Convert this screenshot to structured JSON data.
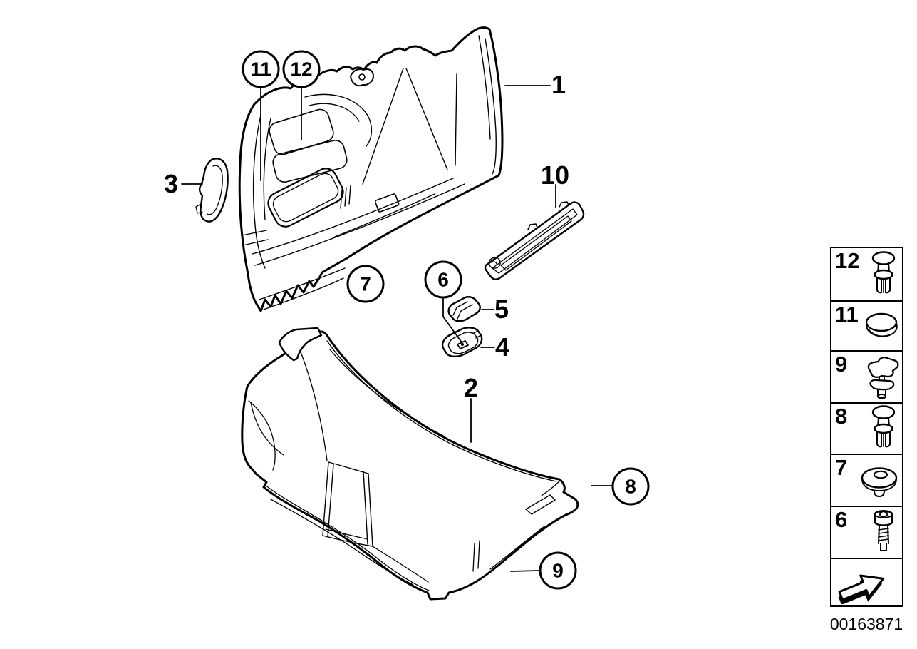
{
  "figure": {
    "colors": {
      "ink": "#000000",
      "paper": "#ffffff"
    }
  },
  "callouts": {
    "n1": {
      "label": "1",
      "circled": false
    },
    "n2": {
      "label": "2",
      "circled": false
    },
    "n3": {
      "label": "3",
      "circled": false
    },
    "n4": {
      "label": "4",
      "circled": false
    },
    "n5": {
      "label": "5",
      "circled": false
    },
    "n6": {
      "label": "6",
      "circled": true
    },
    "n7": {
      "label": "7",
      "circled": true
    },
    "n8": {
      "label": "8",
      "circled": true
    },
    "n9": {
      "label": "9",
      "circled": true
    },
    "n10": {
      "label": "10",
      "circled": false
    },
    "n11": {
      "label": "11",
      "circled": true
    },
    "n12": {
      "label": "12",
      "circled": true
    }
  },
  "legend": {
    "rows": [
      {
        "number": "12",
        "icon": "push-rivet-icon"
      },
      {
        "number": "11",
        "icon": "blanking-plug-icon"
      },
      {
        "number": "9",
        "icon": "expanding-rivet-icon"
      },
      {
        "number": "8",
        "icon": "push-rivet-icon"
      },
      {
        "number": "7",
        "icon": "grommet-nut-icon"
      },
      {
        "number": "6",
        "icon": "socket-screw-icon"
      },
      {
        "number": "",
        "icon": "diagram-arrow-icon"
      }
    ],
    "footer_code": "00163871"
  }
}
